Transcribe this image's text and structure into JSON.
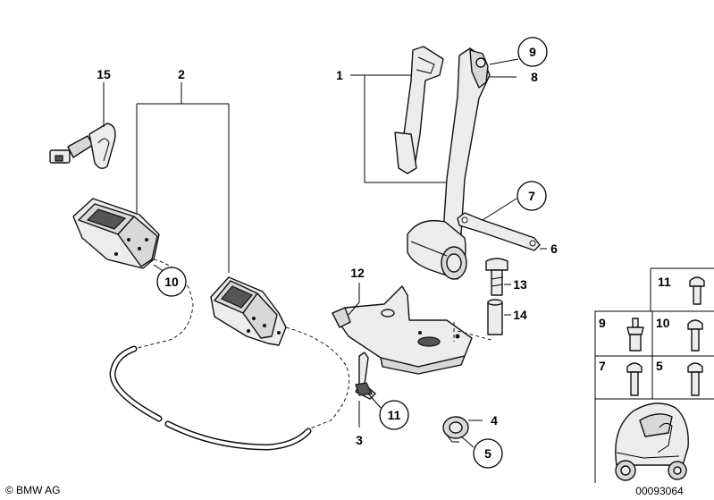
{
  "labels": {
    "l1": "1",
    "l2": "2",
    "l3": "3",
    "l4": "4",
    "l5": "5",
    "l6": "6",
    "l7": "7",
    "l8": "8",
    "l9": "9",
    "l10": "10",
    "l11": "11",
    "l12": "12",
    "l13": "13",
    "l14": "14",
    "l15": "15"
  },
  "legend": {
    "r1": "11",
    "r2a": "9",
    "r2b": "10",
    "r3a": "7",
    "r3b": "5"
  },
  "footer": {
    "copyright": "© BMW AG",
    "diagram_id": "00093064"
  }
}
